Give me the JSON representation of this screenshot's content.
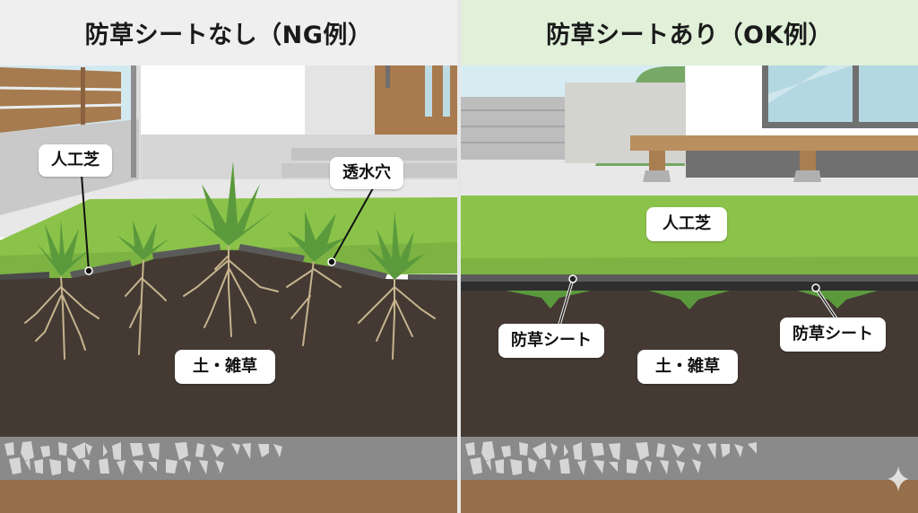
{
  "left_panel": {
    "title": "防草シートなし（NG例）",
    "labels": {
      "turf": "人工芝",
      "drain_hole": "透水穴",
      "soil_weeds": "土・雑草"
    }
  },
  "right_panel": {
    "title": "防草シートあり（OK例）",
    "labels": {
      "turf": "人工芝",
      "weed_sheet_left": "防草シート",
      "weed_sheet_right": "防草シート",
      "soil_weeds": "土・雑草"
    }
  },
  "colors": {
    "turf": "#8bc34a",
    "soil": "#443a33",
    "gravel": "#8a8a8a",
    "subsoil": "#96704a",
    "sheet": "#2e2e2e"
  }
}
